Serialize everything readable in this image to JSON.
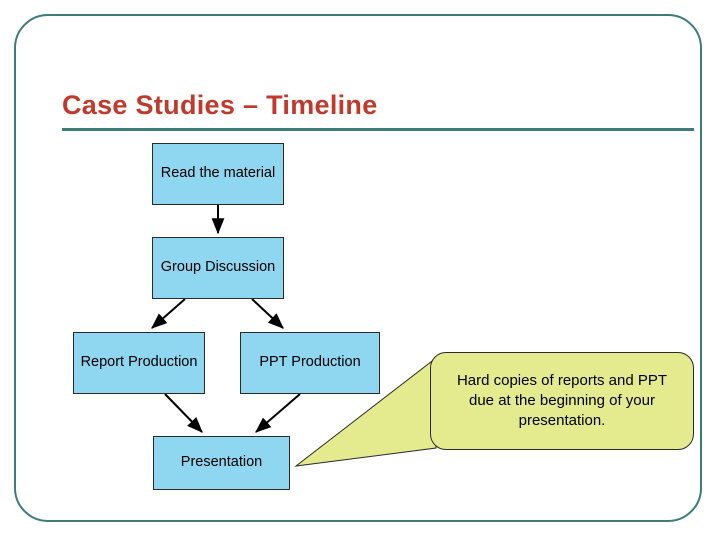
{
  "slide": {
    "title": "Case Studies – Timeline",
    "accent_title_color": "#c0392b",
    "frame_color": "#3d7c78",
    "box_fill": "#8fd6f0",
    "callout_fill": "#e3eb8e"
  },
  "flow": {
    "boxes": [
      {
        "id": "read",
        "label": "Read the material"
      },
      {
        "id": "group",
        "label": "Group Discussion"
      },
      {
        "id": "report",
        "label": "Report Production"
      },
      {
        "id": "ppt",
        "label": "PPT Production"
      },
      {
        "id": "presentation",
        "label": "Presentation"
      }
    ]
  },
  "callout": {
    "text": "Hard copies of reports and PPT due at the beginning of your presentation."
  }
}
